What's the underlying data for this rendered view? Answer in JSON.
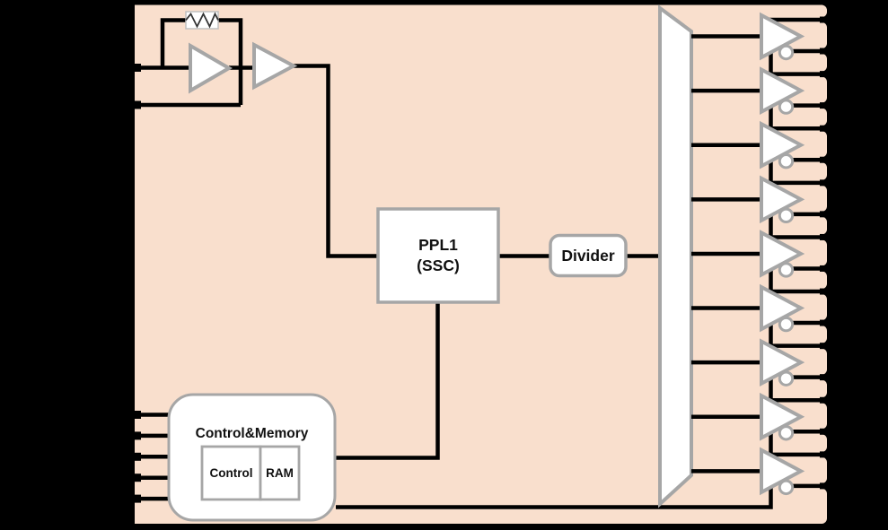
{
  "colors": {
    "background": "#000000",
    "chip_fill": "#F9DFCD",
    "wire": "#000000",
    "shape_border": "#A6A6A6",
    "shape_fill": "#FFFFFF",
    "resistor_border": "#C0C0C0",
    "text": "#111111"
  },
  "blocks": {
    "pll": {
      "line1": "PPL1",
      "line2": "(SSC)"
    },
    "divider": {
      "label": "Divider"
    },
    "control_memory": {
      "title": "Control&Memory",
      "sub_blocks": [
        {
          "label": "Control"
        },
        {
          "label": "RAM"
        }
      ],
      "input_pin_count": 5
    }
  },
  "oscillator": {
    "amplifier_count": 2,
    "has_feedback_resistor": true,
    "crystal_pin_count": 2
  },
  "fanout_mux": {
    "shape": "trapezoid"
  },
  "output_buffers": {
    "count": 9,
    "inverting_bubble_per_buffer": 1
  },
  "right_edge_pin_count": 18,
  "right_edge_tab_count": 19
}
